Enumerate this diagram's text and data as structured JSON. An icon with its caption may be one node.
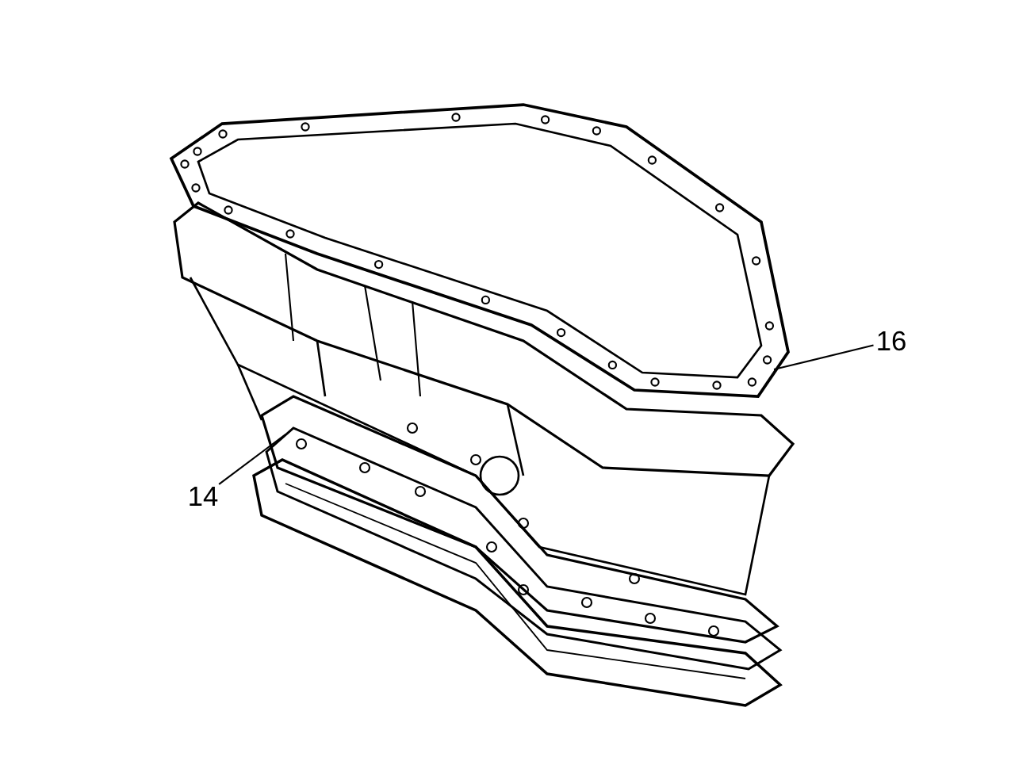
{
  "diagram": {
    "nodes": [
      {
        "text": [
          "16"
        ]
      },
      {
        "text": [
          "14"
        ]
      }
    ],
    "edges": [
      {
        "from": 0,
        "to": null,
        "arrow": "none"
      },
      {
        "from": 1,
        "to": null,
        "arrow": "none"
      }
    ]
  }
}
